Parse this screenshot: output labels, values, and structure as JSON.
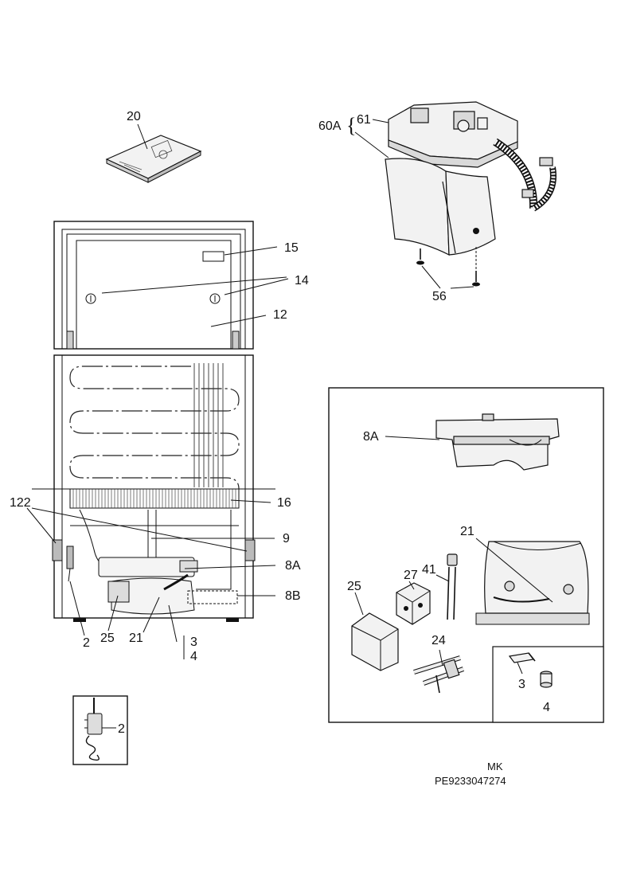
{
  "labels": {
    "manual": "20",
    "assembly": "60A",
    "brace": "{",
    "thermostat_housing": "61",
    "screws": "56",
    "lamp_cover": "15",
    "pin": "14",
    "door_liner": "12",
    "condenser": "16",
    "tube": "9",
    "relay_box": "8A",
    "relay_box_b": "8B",
    "bracket": "122",
    "thermostat": "2",
    "start_cover": "25",
    "compressor": "21",
    "clip": "3",
    "grommet": "4",
    "relay_box_inset": "8A",
    "compressor_inset": "21",
    "capacitor": "41",
    "relay": "27",
    "start_cover_inset": "25",
    "wire": "24",
    "clip_inset": "3",
    "grommet_inset": "4",
    "thermostat_detail": "2"
  },
  "footer": {
    "code": "MK",
    "reference": "PE9233047274"
  },
  "icons": [
    "manual-booklet",
    "thermostat-housing",
    "door",
    "cabinet",
    "evaporator-coil",
    "compressor",
    "relay",
    "capacitor",
    "start-cover",
    "wire-harness",
    "clip",
    "grommet",
    "thermostat-sensor"
  ]
}
